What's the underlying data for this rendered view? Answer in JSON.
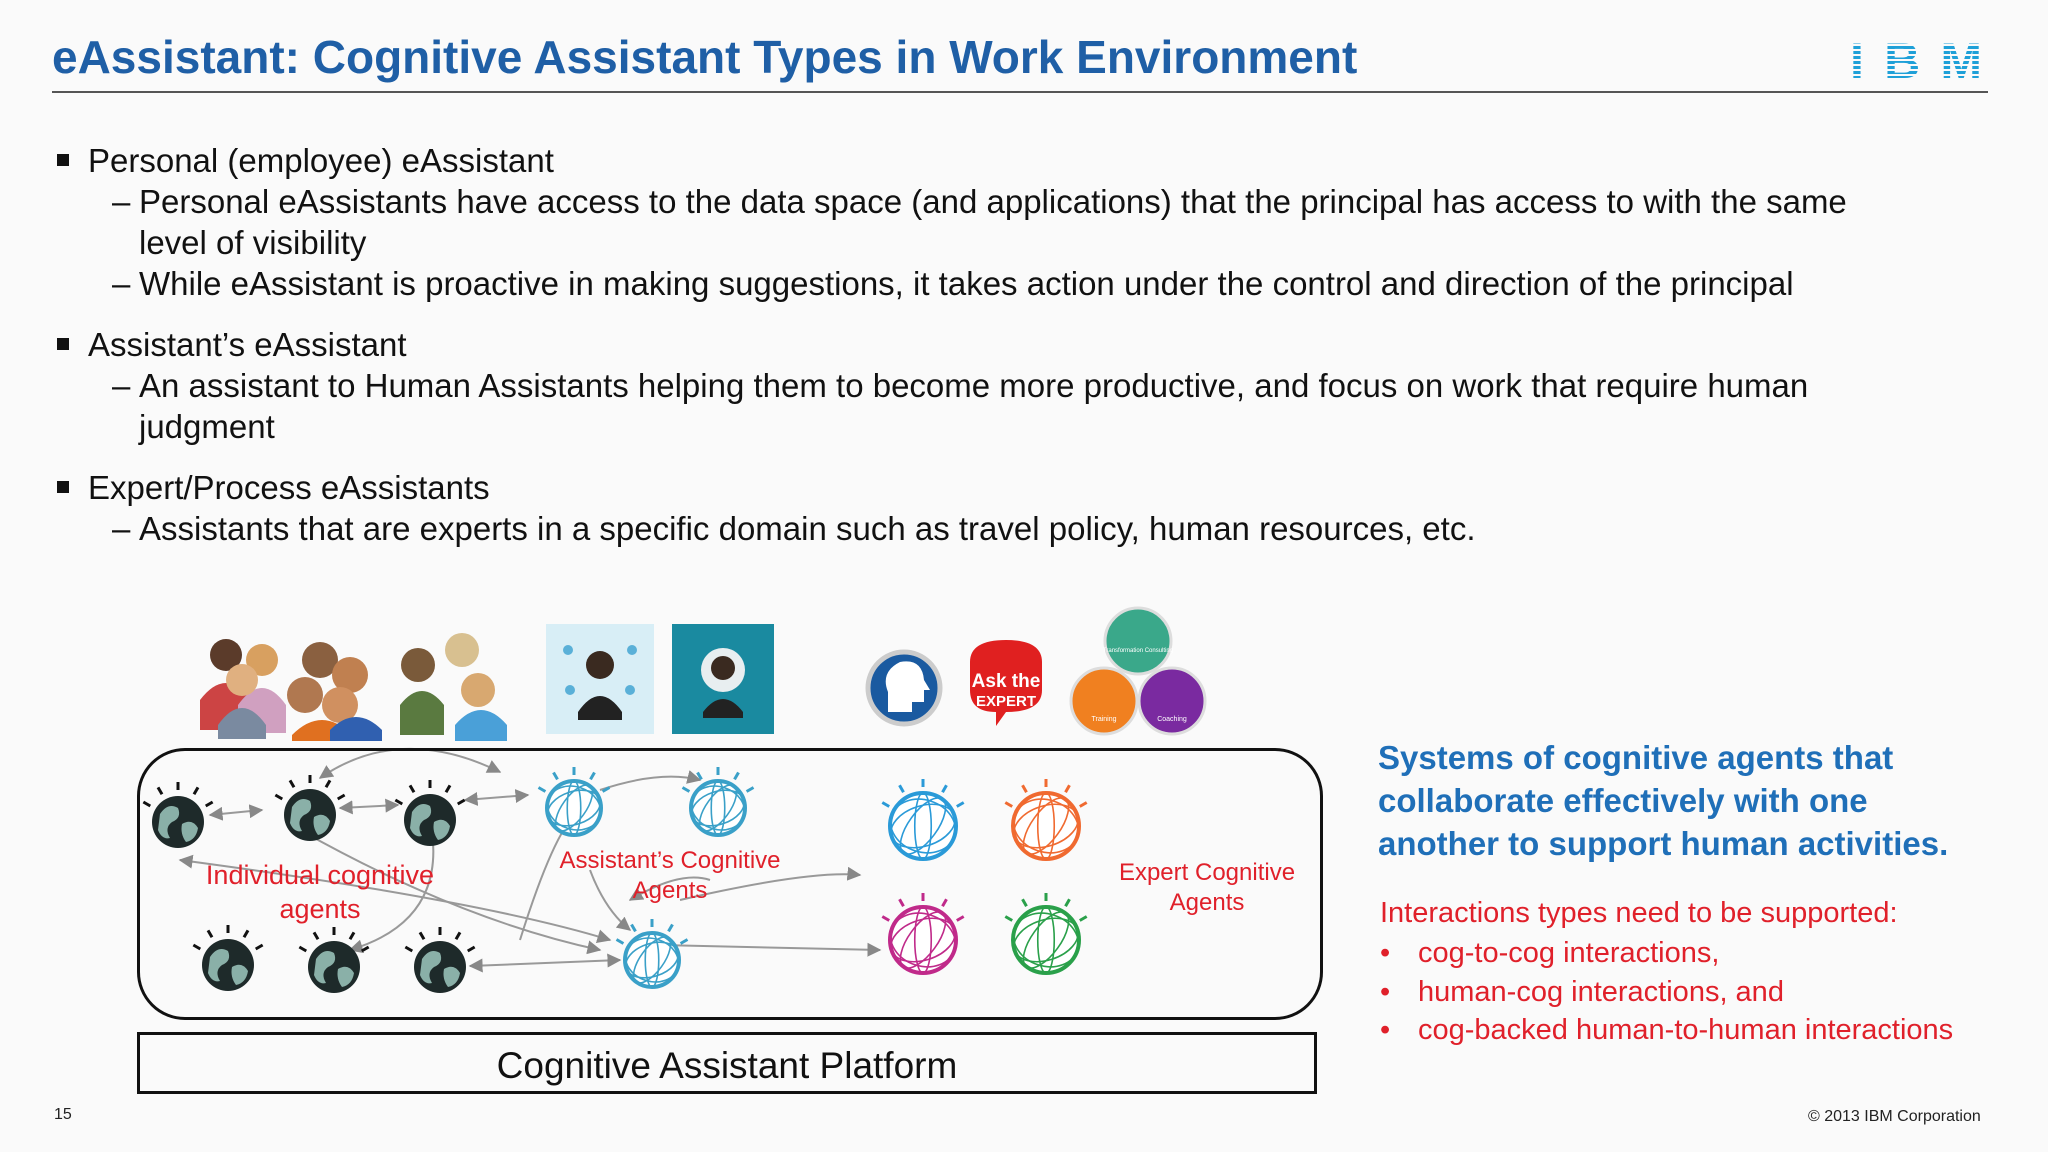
{
  "title": "eAssistant: Cognitive Assistant Types in Work Environment",
  "logo_text": "IBM",
  "bullets": [
    {
      "text": "Personal (employee) eAssistant",
      "subs": [
        "Personal eAssistants have access to the data space (and applications) that the principal has access to with the same",
        "level of visibility",
        "While eAssistant is proactive in making suggestions, it takes action under the control and direction of the principal"
      ]
    },
    {
      "text": "Assistant’s eAssistant",
      "subs": [
        "An assistant to Human Assistants helping them to become more productive, and focus on work that require human",
        "judgment"
      ]
    },
    {
      "text": "Expert/Process eAssistants",
      "subs": [
        "Assistants that are experts in a specific domain such as travel policy, human resources, etc."
      ]
    }
  ],
  "diagram": {
    "individual_label_1": "Individual cognitive",
    "individual_label_2": "agents",
    "assistant_label_1": "Assistant’s Cognitive",
    "assistant_label_2": "Agents",
    "expert_label_1": "Expert Cognitive",
    "expert_label_2": "Agents",
    "platform": "Cognitive Assistant Platform",
    "ask_expert_1": "Ask the",
    "ask_expert_2": "EXPERT",
    "circle_top": "Transformation Consulting",
    "circle_left": "Training",
    "circle_right": "Coaching"
  },
  "right_panel": {
    "headline_1": "Systems of cognitive agents that",
    "headline_2": "collaborate effectively with one",
    "headline_3": "another to support human activities.",
    "intro": "Interactions types need to be supported:",
    "items": [
      "cog-to-cog interactions,",
      "human-cog interactions, and",
      "cog-backed human-to-human interactions"
    ]
  },
  "footer": {
    "page_number": "15",
    "copyright": "© 2013 IBM Corporation"
  },
  "colors": {
    "title": "#1f5fa6",
    "accent_red": "#e0202a",
    "accent_blue": "#1f6fb8"
  }
}
